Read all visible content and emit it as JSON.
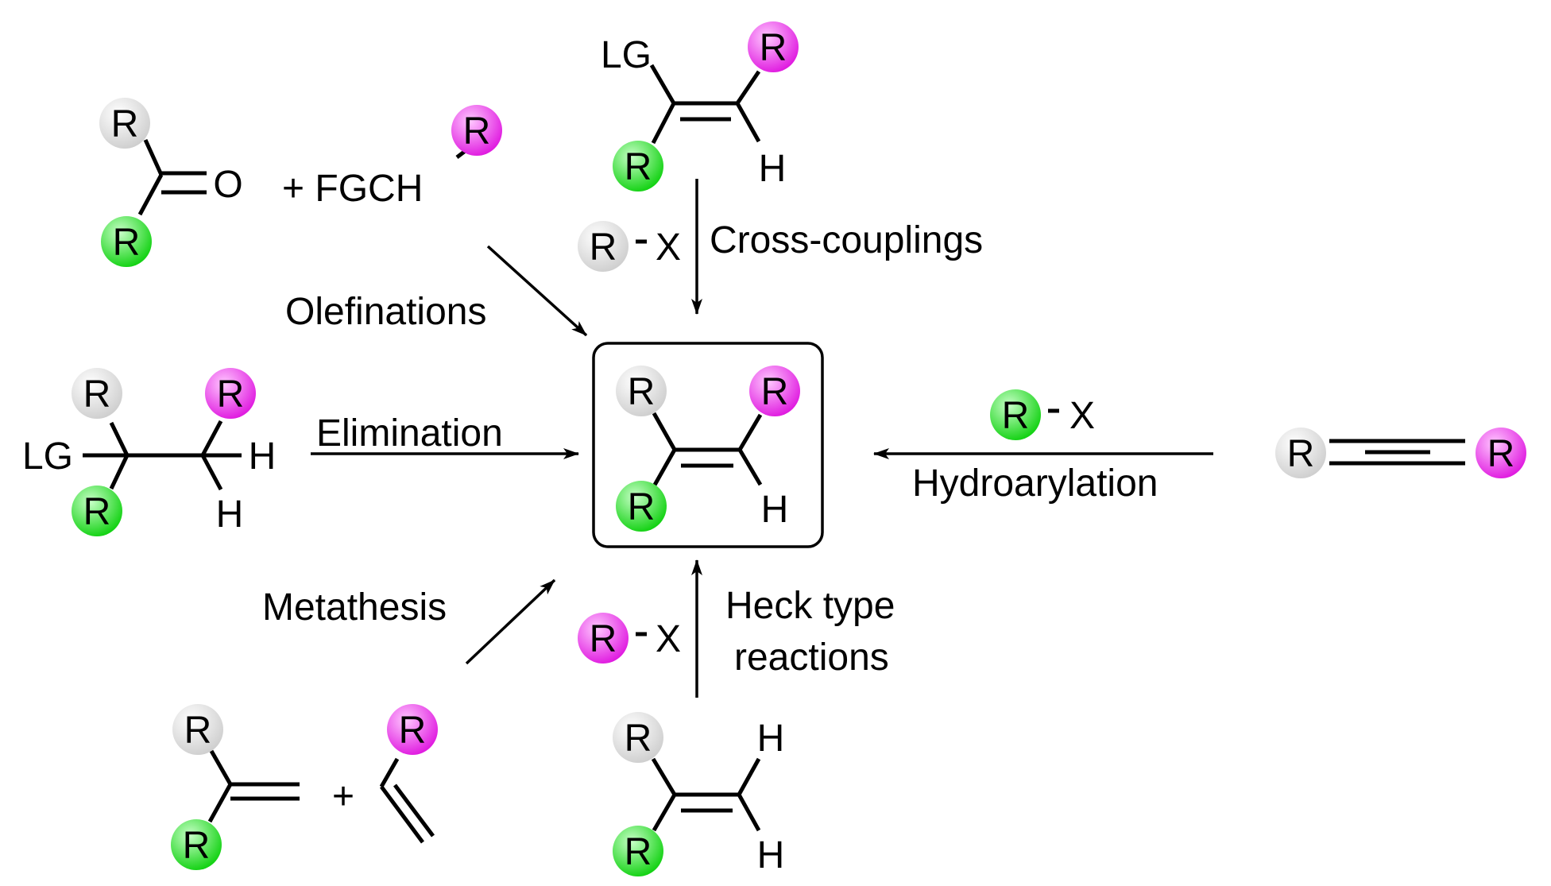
{
  "labels": {
    "olefinations": "Olefinations",
    "cross_couplings": "Cross-couplings",
    "elimination": "Elimination",
    "hydroarylation": "Hydroarylation",
    "metathesis": "Metathesis",
    "heck_line1": "Heck type",
    "heck_line2": "reactions",
    "fgch": "+ FGCH",
    "plus": "+"
  },
  "atoms": {
    "R": "R",
    "O": "O",
    "H": "H",
    "LG": "LG",
    "X": "X"
  },
  "colors": {
    "gray": "#d9d9d9",
    "green": "#22cc22",
    "magenta": "#e020e0"
  }
}
